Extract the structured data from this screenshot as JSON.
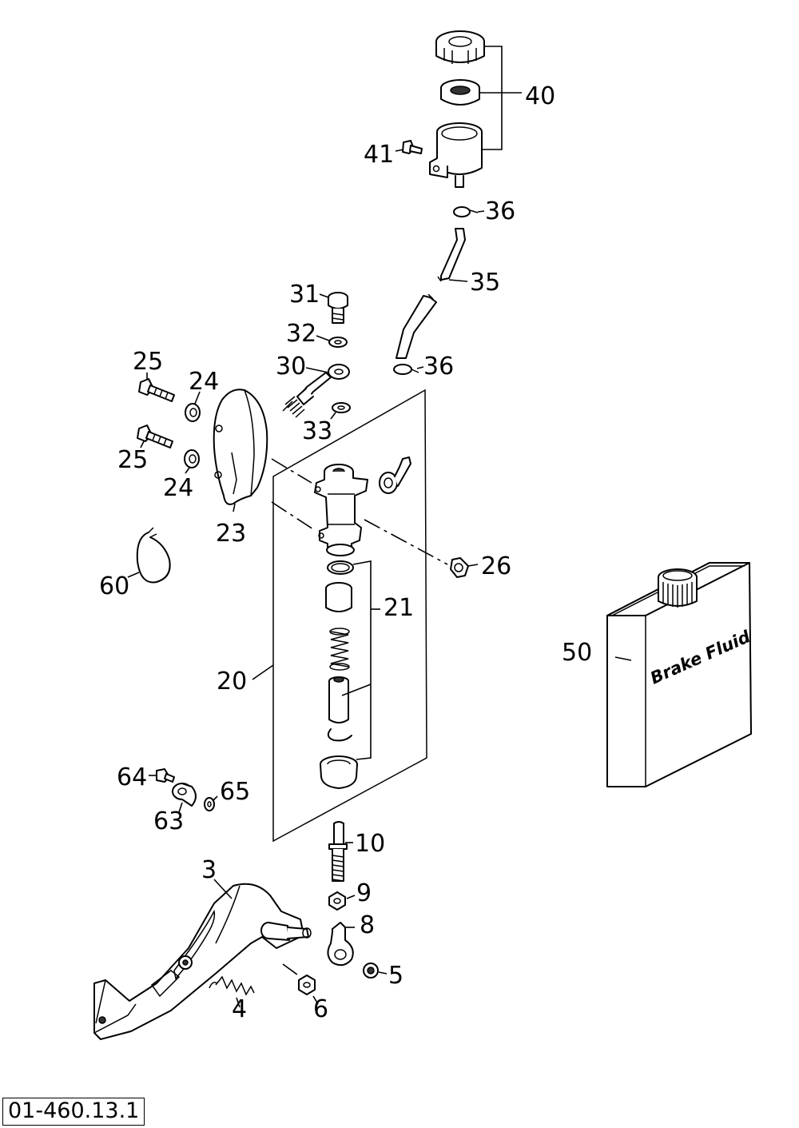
{
  "diagram": {
    "reference_number": "01-460.13.1",
    "brake_fluid_label": "Brake Fluid",
    "callouts": {
      "p40": "40",
      "p41": "41",
      "p36a": "36",
      "p35": "35",
      "p36b": "36",
      "p31": "31",
      "p32": "32",
      "p30": "30",
      "p33": "33",
      "p25a": "25",
      "p24a": "24",
      "p25b": "25",
      "p24b": "24",
      "p23": "23",
      "p26": "26",
      "p60": "60",
      "p21": "21",
      "p50": "50",
      "p20": "20",
      "p64": "64",
      "p65": "65",
      "p63": "63",
      "p10": "10",
      "p3": "3",
      "p9": "9",
      "p8": "8",
      "p5": "5",
      "p4": "4",
      "p6": "6"
    }
  }
}
